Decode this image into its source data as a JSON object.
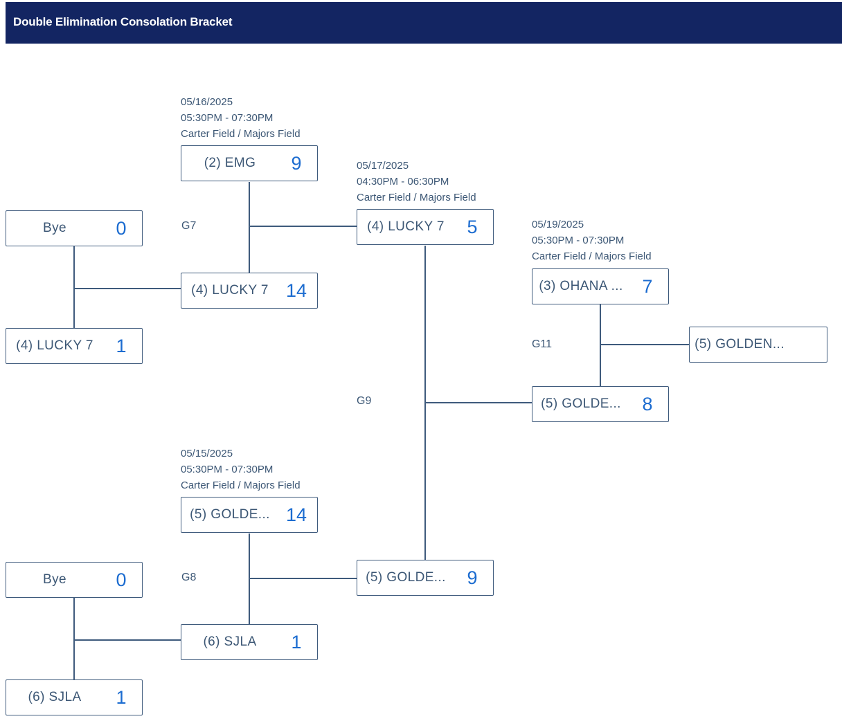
{
  "header": {
    "title": "Double Elimination Consolation Bracket"
  },
  "games": {
    "g7": {
      "label": "G7",
      "date": "05/16/2025",
      "time": "05:30PM - 07:30PM",
      "location": "Carter Field / Majors Field"
    },
    "g9": {
      "label": "G9",
      "date": "05/17/2025",
      "time": "04:30PM - 06:30PM",
      "location": "Carter Field / Majors Field"
    },
    "g11": {
      "label": "G11",
      "date": "05/19/2025",
      "time": "05:30PM - 07:30PM",
      "location": "Carter Field / Majors Field"
    },
    "g8": {
      "label": "G8",
      "date": "05/15/2025",
      "time": "05:30PM - 07:30PM",
      "location": "Carter Field / Majors Field"
    }
  },
  "slots": {
    "r1_top_a": {
      "team": "Bye",
      "score": "0"
    },
    "r1_top_b": {
      "team": "(4) LUCKY 7",
      "score": "1"
    },
    "r1_bot_a": {
      "team": "Bye",
      "score": "0"
    },
    "r1_bot_b": {
      "team": "(6) SJLA",
      "score": "1"
    },
    "g7_a": {
      "team": "(2) EMG",
      "score": "9"
    },
    "g7_b": {
      "team": "(4) LUCKY 7",
      "score": "14"
    },
    "g8_a": {
      "team": "(5) GOLDE...",
      "score": "14"
    },
    "g8_b": {
      "team": "(6) SJLA",
      "score": "1"
    },
    "g9_a": {
      "team": "(4) LUCKY 7",
      "score": "5"
    },
    "g9_b": {
      "team": "(5) GOLDE...",
      "score": "9"
    },
    "g11_a": {
      "team": "(3) OHANA ...",
      "score": "7"
    },
    "g11_b": {
      "team": "(5) GOLDE...",
      "score": "8"
    },
    "winner": {
      "team": "(5) GOLDEN...",
      "score": ""
    }
  }
}
